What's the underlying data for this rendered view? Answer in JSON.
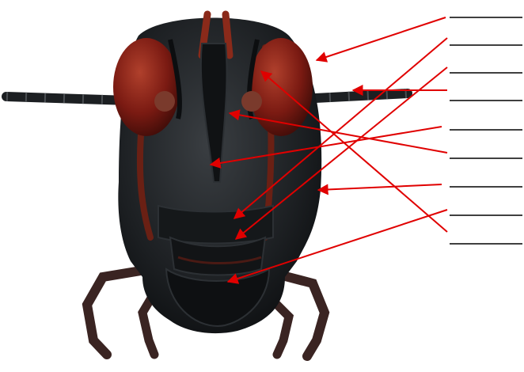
{
  "image": {
    "subject": "grasshopper-head-front-view",
    "colors": {
      "background": "#ffffff",
      "exoskeleton": "#1c1f22",
      "exoskeleton_highlight": "#3a3e42",
      "eye": "#7a1a12",
      "eye_highlight": "#b0402c",
      "stripe": "#8a2a1a",
      "leg": "#3a2422",
      "arrow": "#e00000",
      "answer_line": "#000000"
    }
  },
  "answer_lines": [
    {
      "id": 1,
      "text": ""
    },
    {
      "id": 2,
      "text": ""
    },
    {
      "id": 3,
      "text": ""
    },
    {
      "id": 4,
      "text": ""
    },
    {
      "id": 5,
      "text": ""
    },
    {
      "id": 6,
      "text": ""
    },
    {
      "id": 7,
      "text": ""
    },
    {
      "id": 8,
      "text": ""
    },
    {
      "id": 9,
      "text": ""
    }
  ],
  "arrows": [
    {
      "id": 1,
      "points_to": "compound-eye"
    },
    {
      "id": 2,
      "points_to": "clypeus"
    },
    {
      "id": 3,
      "points_to": "labrum"
    },
    {
      "id": 4,
      "points_to": "antenna"
    },
    {
      "id": 5,
      "points_to": "frons"
    },
    {
      "id": 6,
      "points_to": "ocellus"
    },
    {
      "id": 7,
      "points_to": "gena"
    },
    {
      "id": 8,
      "points_to": "mandible"
    },
    {
      "id": 9,
      "points_to": "ocellus-upper"
    }
  ]
}
